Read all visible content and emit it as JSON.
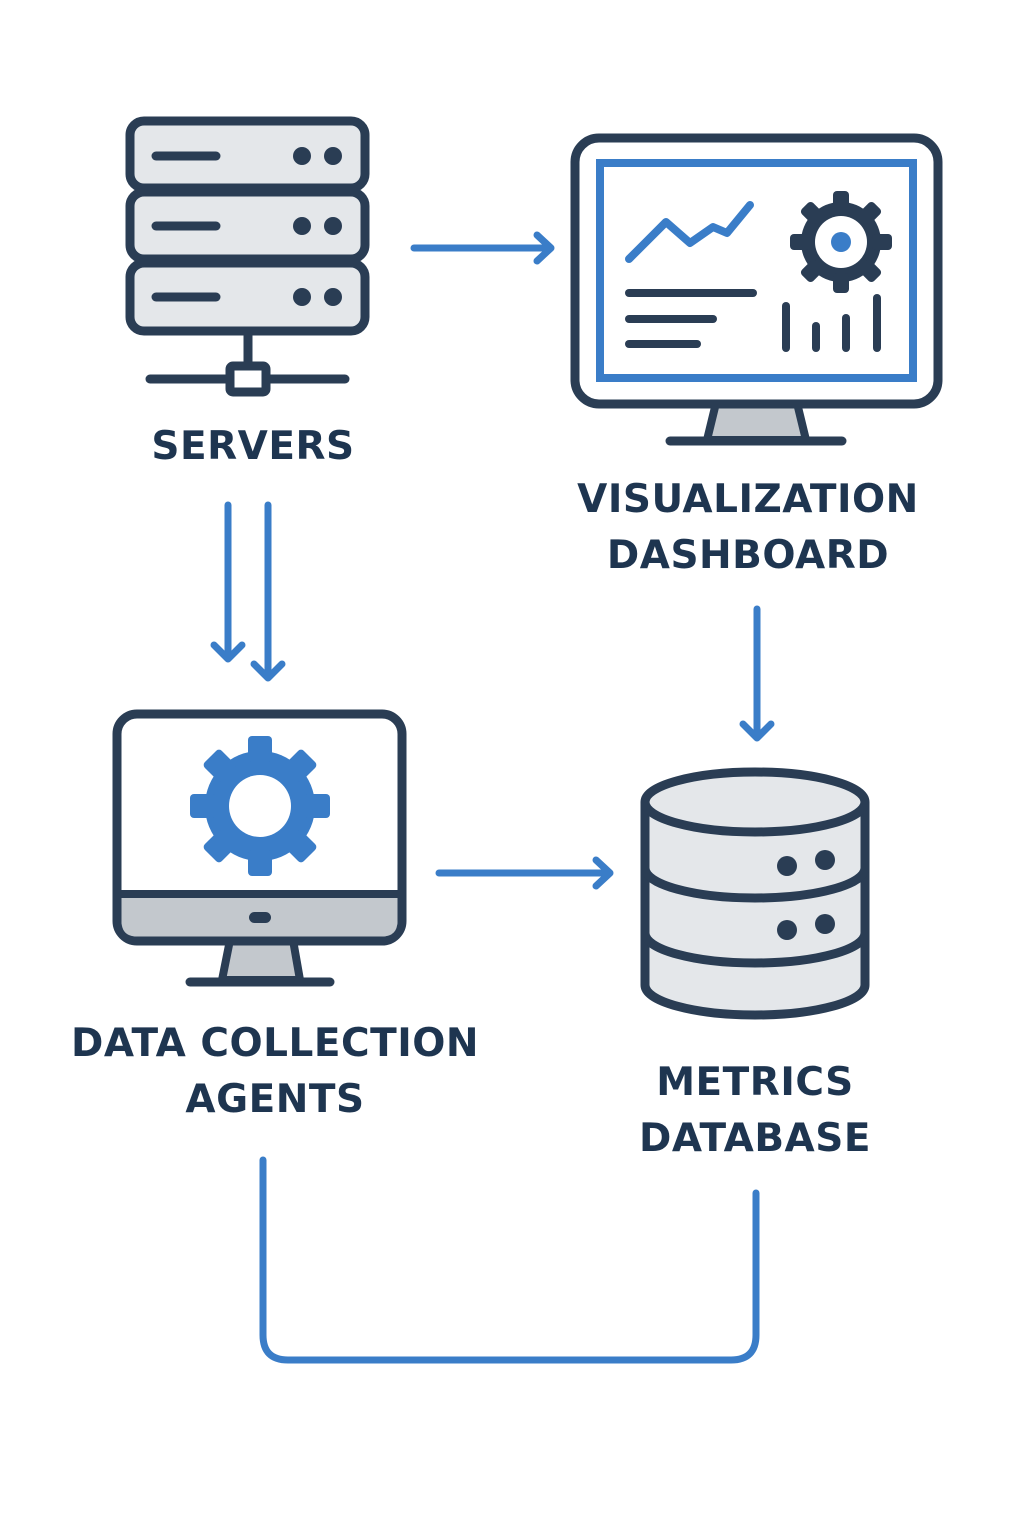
{
  "diagram": {
    "colors": {
      "outline": "#2a3d54",
      "accent": "#3a7dc8",
      "fill_light": "#e4e7ea",
      "fill_stand": "#c3c8cd",
      "background": "#ffffff"
    },
    "nodes": [
      {
        "id": "servers",
        "icon": "server-rack-icon",
        "label_lines": [
          "SERVERS"
        ]
      },
      {
        "id": "dashboard",
        "icon": "monitor-dashboard-icon",
        "label_lines": [
          "VISUALIZATION",
          "DASHBOARD"
        ]
      },
      {
        "id": "agents",
        "icon": "monitor-gear-icon",
        "label_lines": [
          "DATA COLLECTION",
          "AGENTS"
        ]
      },
      {
        "id": "database",
        "icon": "database-cylinder-icon",
        "label_lines": [
          "METRICS",
          "DATABASE"
        ]
      }
    ],
    "edges": [
      {
        "from": "servers",
        "to": "dashboard",
        "style": "arrow-right"
      },
      {
        "from": "servers",
        "to": "agents",
        "style": "double-arrow-down"
      },
      {
        "from": "dashboard",
        "to": "database",
        "style": "arrow-down"
      },
      {
        "from": "agents",
        "to": "database",
        "style": "arrow-right"
      },
      {
        "from": "agents",
        "to": "database",
        "style": "u-connector-no-arrowhead"
      }
    ]
  }
}
